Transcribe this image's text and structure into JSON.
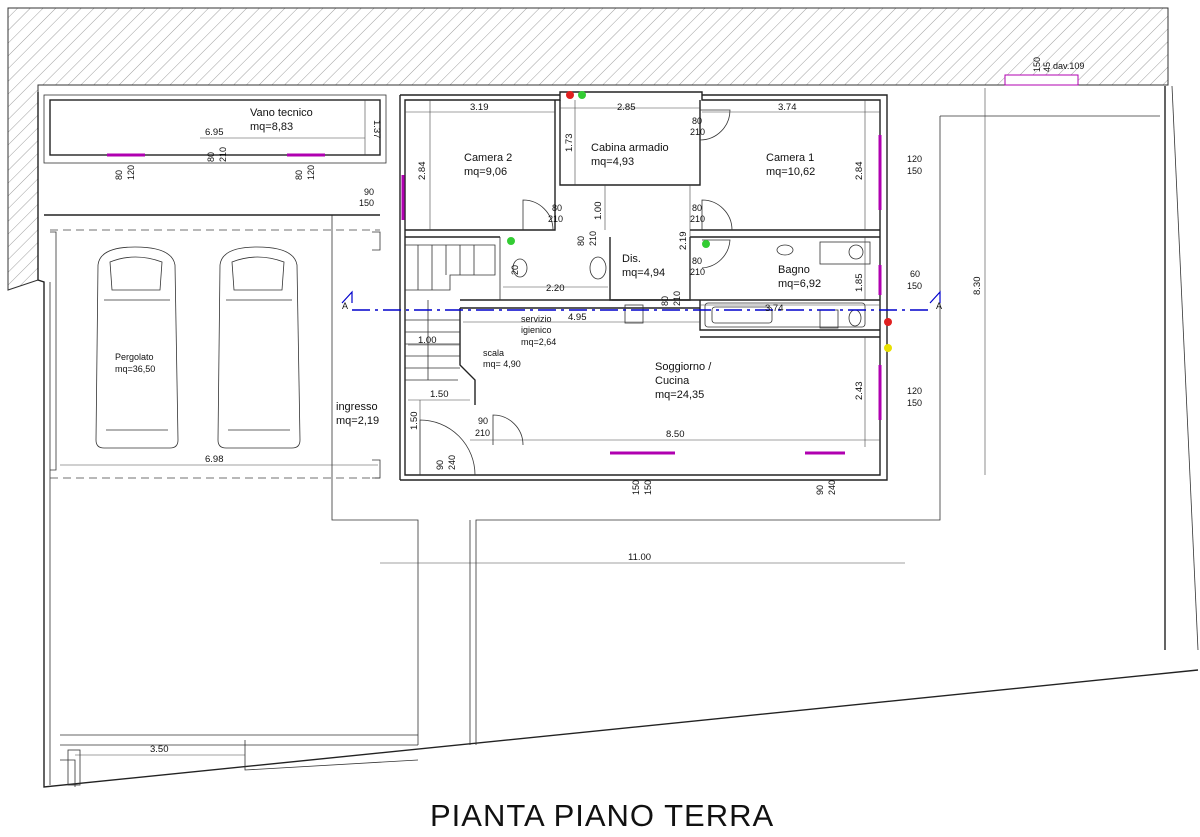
{
  "title": "PIANTA PIANO TERRA",
  "rooms": {
    "vano": {
      "name": "Vano tecnico",
      "area": "mq=8,83"
    },
    "camera2": {
      "name": "Camera 2",
      "area": "mq=9,06"
    },
    "cabina": {
      "name": "Cabina armadio",
      "area": "mq=4,93"
    },
    "camera1": {
      "name": "Camera 1",
      "area": "mq=10,62"
    },
    "dis": {
      "name": "Dis.",
      "area": "mq=4,94"
    },
    "bagno": {
      "name": "Bagno",
      "area": "mq=6,92"
    },
    "servizio": {
      "name1": "servizio",
      "name2": "igienico",
      "area": "mq=2,64"
    },
    "scala": {
      "name": "scala",
      "area": "mq= 4,90"
    },
    "soggiorno": {
      "name1": "Soggiorno /",
      "name2": "Cucina",
      "area": "mq=24,35"
    },
    "ingresso": {
      "name": "ingresso",
      "area": "mq=2,19"
    },
    "pergolato": {
      "name": "Pergolato",
      "area": "mq=36,50"
    }
  },
  "dimensions": {
    "d319": "3.19",
    "d285": "2.85",
    "d374": "3.74",
    "d137": "1.37",
    "d695": "6.95",
    "d284a": "2.84",
    "d173": "1.73",
    "d284b": "2.84",
    "d100": "1.00",
    "d219": "2.19",
    "d185": "1.85",
    "d830": "8.30",
    "d220": "2.20",
    "d495": "4.95",
    "d374b": "3.74",
    "d100b": "1.00",
    "d150a": "1.50",
    "d150b": "1.50",
    "d243": "2.43",
    "d850": "8.50",
    "d698": "6.98",
    "d1100": "11.00",
    "d350": "3.50"
  },
  "openings": {
    "o80": "80",
    "o90": "90",
    "o60": "60",
    "o120": "120",
    "o150": "150",
    "o210": "210",
    "o240": "240",
    "o45": "45",
    "o20": "20",
    "dav": "dav.109"
  },
  "section_mark": "A",
  "colors": {
    "window": "#b000b0",
    "section_line": "#0000cc",
    "hatch": "#777777",
    "marker_red": "#e02020",
    "marker_green": "#33cc33",
    "marker_yellow": "#e8e000"
  },
  "icons": [
    "car-icon",
    "car-icon",
    "toilet-icon",
    "bathtub-icon",
    "sink-icon",
    "stair-icon"
  ]
}
